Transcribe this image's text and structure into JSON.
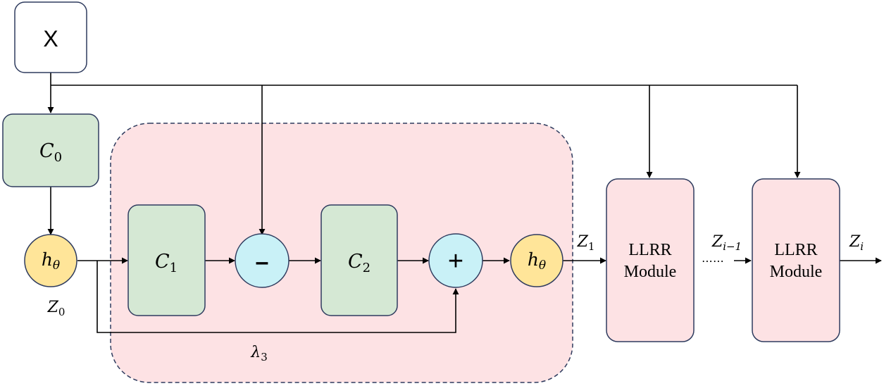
{
  "input": {
    "label": "X"
  },
  "blocks": {
    "c0": {
      "base": "C",
      "sub": "0"
    },
    "c1": {
      "base": "C",
      "sub": "1"
    },
    "c2": {
      "base": "C",
      "sub": "2"
    }
  },
  "activations": {
    "h_left": {
      "base": "h",
      "sub": "θ"
    },
    "h_right": {
      "base": "h",
      "sub": "θ"
    }
  },
  "operators": {
    "minus": "–",
    "plus": "+"
  },
  "labels": {
    "z0": {
      "base": "Z",
      "sub": "0"
    },
    "z1": {
      "base": "Z",
      "sub": "1"
    },
    "zim1": {
      "base": "Z",
      "sub": "i−1"
    },
    "zi": {
      "base": "Z",
      "sub": "i"
    },
    "lambda3": {
      "base": "λ",
      "sub": "3"
    },
    "dots": "⋯⋯"
  },
  "modules": [
    {
      "line1": "LLRR",
      "line2": "Module"
    },
    {
      "line1": "LLRR",
      "line2": "Module"
    }
  ],
  "colors": {
    "green_fill": "#d5e8d4",
    "pink_fill": "#fde2e4",
    "yellow_fill": "#ffe599",
    "cyan_fill": "#c9f1f7",
    "stroke": "#1f3864",
    "line": "#000000"
  }
}
